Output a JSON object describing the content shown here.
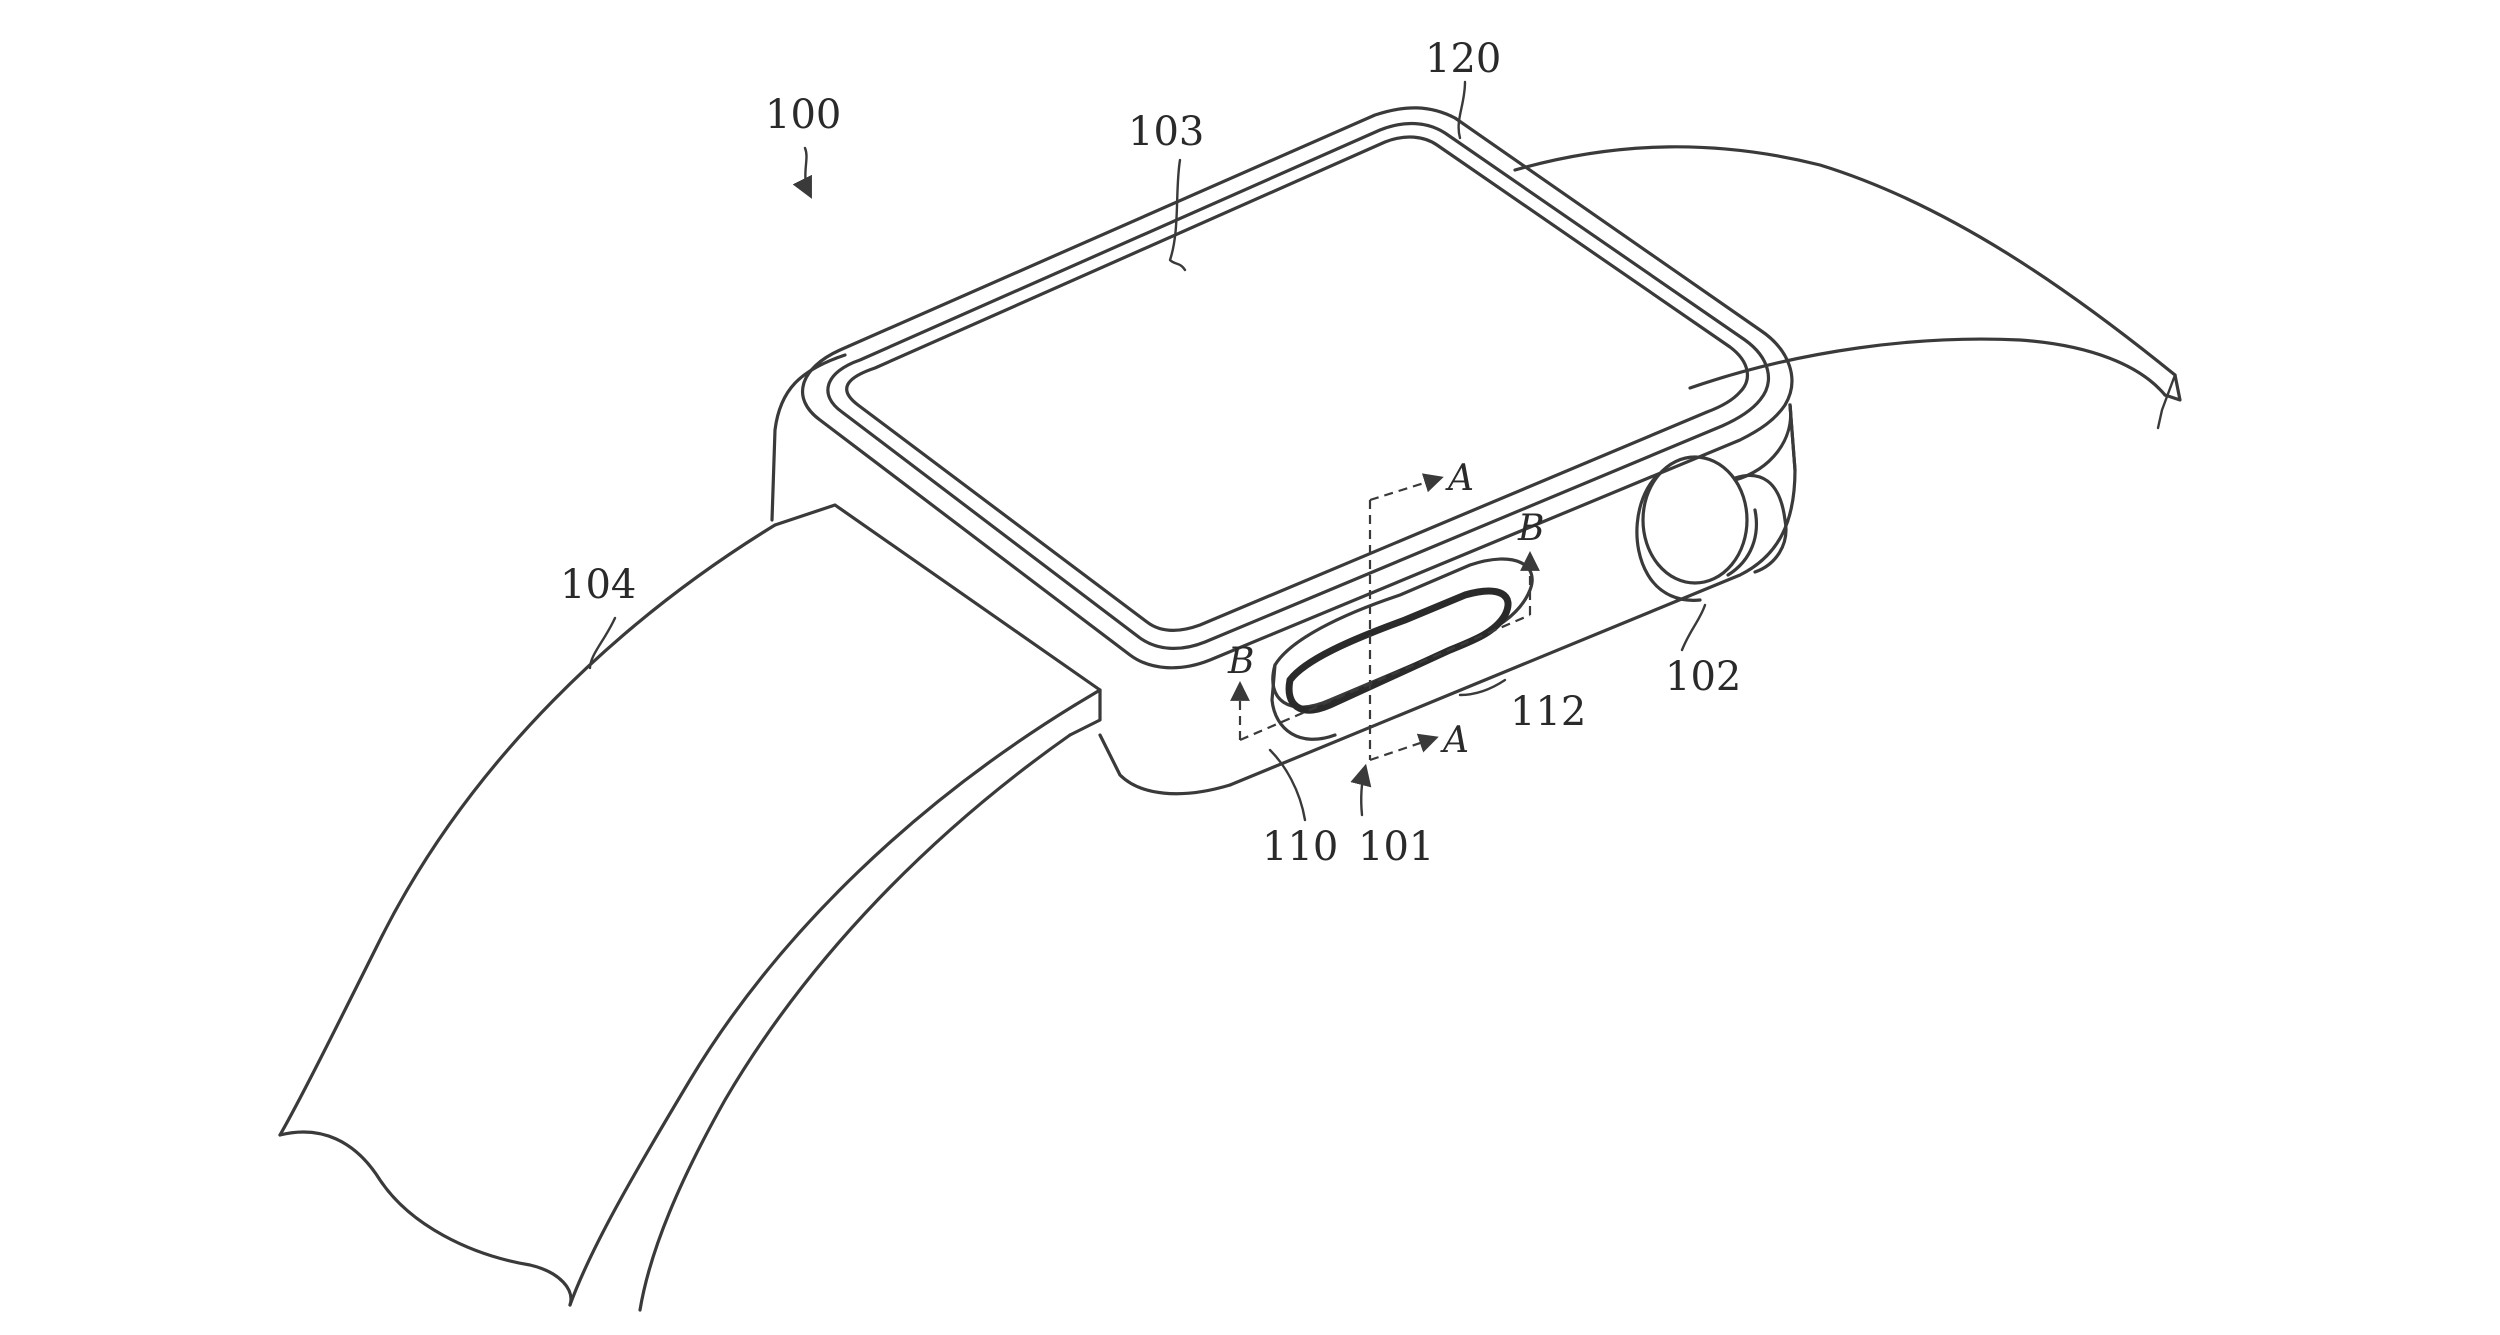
{
  "figure": {
    "labels": {
      "device": "100",
      "window": "103",
      "housing": "120",
      "band": "104",
      "crown": "102",
      "aperture": "110",
      "button": "101",
      "seal": "112",
      "section_a_top": "A",
      "section_a_bottom": "A",
      "section_b_right": "B",
      "section_b_left": "B"
    }
  }
}
